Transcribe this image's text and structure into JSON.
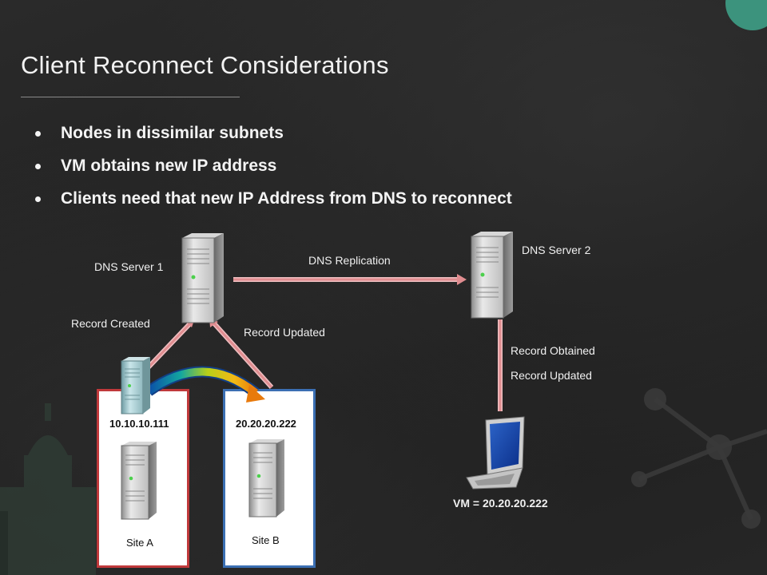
{
  "slide": {
    "title": "Client Reconnect Considerations",
    "bullets": [
      "Nodes in dissimilar subnets",
      "VM obtains new IP address",
      "Clients need that new IP Address from DNS to reconnect"
    ]
  },
  "diagram": {
    "dns_server_1": "DNS Server 1",
    "dns_server_2": "DNS Server 2",
    "dns_replication": "DNS Replication",
    "record_created": "Record Created",
    "record_updated_left": "Record Updated",
    "record_obtained": "Record Obtained",
    "record_updated_right": "Record Updated",
    "site_a": {
      "ip": "10.10.10.111",
      "label": "Site A"
    },
    "site_b": {
      "ip": "20.20.20.222",
      "label": "Site B"
    },
    "vm_label": "VM = 20.20.20.222"
  },
  "colors": {
    "background": "#232323",
    "arrow": "#e7a0a2",
    "site_a_border": "#c0393b",
    "site_b_border": "#3b6fb3",
    "accent_circle": "#3e9e86"
  },
  "icons": [
    "server-icon",
    "laptop-icon",
    "curved-arrow-icon"
  ]
}
